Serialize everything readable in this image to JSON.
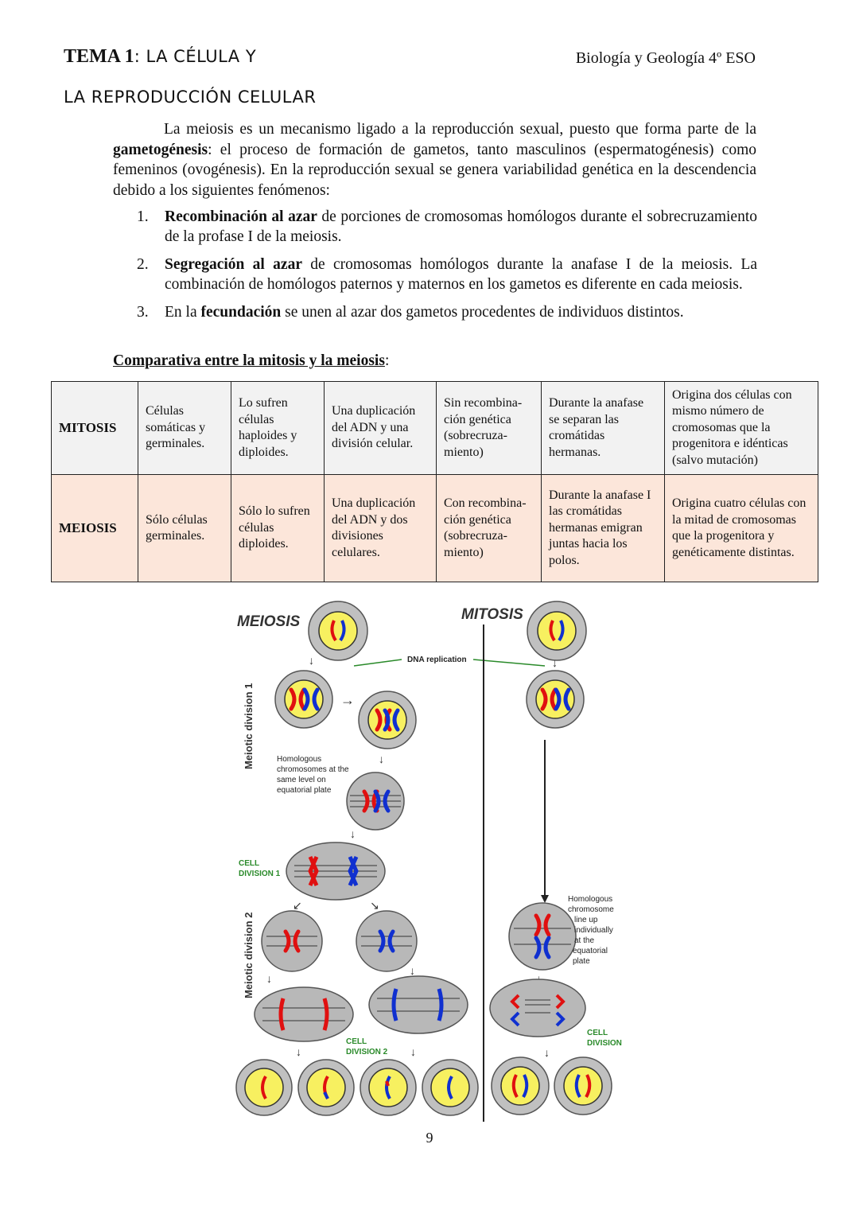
{
  "header": {
    "tema_bold": "TEMA 1",
    "tema_rest": ": LA CÉLULA Y",
    "tema_line2": "LA REPRODUCCIÓN CELULAR",
    "subject": "Biología y Geología 4º ESO"
  },
  "intro": {
    "p1": "La meiosis es un mecanismo ligado a la reproducción sexual, puesto que forma parte de la ",
    "p1_bold": "gametogénesis",
    "p1_rest": ": el proceso de formación de gametos, tanto masculinos (espermatogénesis) como femeninos (ovogénesis). En la reproducción sexual se genera variabilidad genética en la descendencia debido a los siguientes fenómenos:"
  },
  "list": [
    {
      "num": "1.",
      "bold": "Recombinación al azar",
      "text": " de porciones de cromosomas homólogos durante el sobrecruzamiento de la profase I de la meiosis."
    },
    {
      "num": "2.",
      "bold": "Segregación al azar",
      "text": " de cromosomas homólogos durante la anafase I de la meiosis. La combinación de homólogos paternos y maternos en los gametos es diferente en cada meiosis."
    },
    {
      "num": "3.",
      "pre": "En la ",
      "bold": "fecundación",
      "text": " se unen al azar dos gametos procedentes de individuos distintos."
    }
  ],
  "comparison_title": "Comparativa entre la mitosis y la meiosis",
  "comparison_colon": ":",
  "table": {
    "mitosis": [
      "MITOSIS",
      "Células somáticas y germinales.",
      "Lo sufren células haploides y diploides.",
      "Una duplicación del ADN y una división celular.",
      "Sin recombina-ción genética (sobrecruza-miento)",
      "Durante la anafase se separan las cromátidas hermanas.",
      "Origina dos células con mismo número de cromosomas que la progenitora e idénticas (salvo mutación)"
    ],
    "meiosis": [
      "MEIOSIS",
      "Sólo células germinales.",
      "Sólo lo sufren células diploides.",
      "Una duplicación del ADN y dos divisiones celulares.",
      "Con recombina-ción genética (sobrecruza-miento)",
      "Durante la anafase I las cromátidas hermanas emigran juntas hacia los polos.",
      "Origina cuatro células con la mitad de cromosomas que la progenitora y genéticamente distintas."
    ]
  },
  "figure": {
    "meiosis_label": "MEIOSIS",
    "mitosis_label": "MITOSIS",
    "dna_replication": "DNA replication",
    "meiotic_div1": "Meiotic division 1",
    "meiotic_div2": "Meiotic division 2",
    "homologous_same_level": [
      "Homologous",
      "chromosomes at the",
      "same level on",
      "equatorial plate"
    ],
    "cell_division1": [
      "CELL",
      "DIVISION 1"
    ],
    "cell_division2": [
      "CELL",
      "DIVISION 2"
    ],
    "homologous_line_up": [
      "Homologous",
      "chromosome",
      "line up",
      "individually",
      "at the",
      "equatorial",
      "plate"
    ],
    "cell_division": [
      "CELL",
      "DIVISION"
    ],
    "colors": {
      "nucleus": "#f7f060",
      "cell": "#b8b8b8",
      "red": "#e01010",
      "blue": "#1030d0",
      "green_label": "#2a8a2a"
    }
  },
  "page_number": "9"
}
